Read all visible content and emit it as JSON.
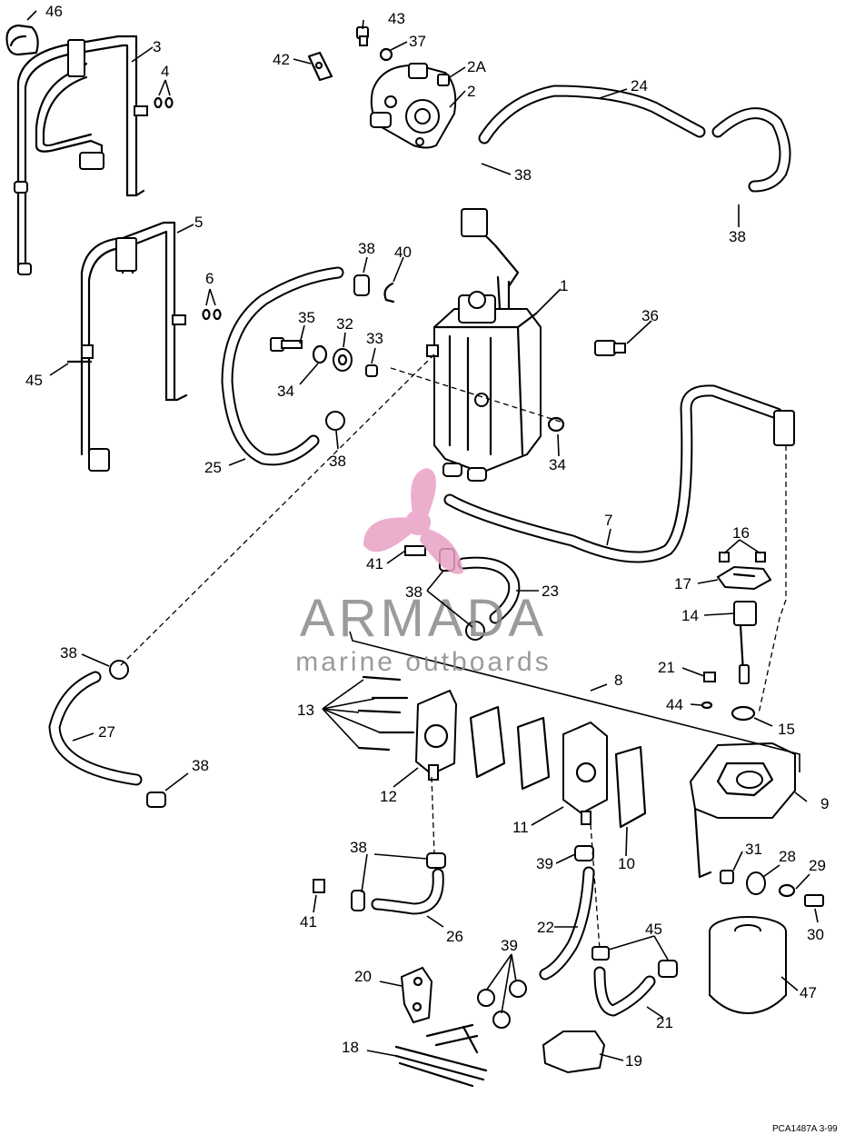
{
  "diagram": {
    "drawing_code": "PCA1487A  3-99",
    "watermark": {
      "brand": "ARMADA",
      "tagline": "marine outboards",
      "color": "#8a8a8a",
      "logo_color": "#e8a0c4"
    },
    "callouts": [
      {
        "id": "c1",
        "text": "1"
      },
      {
        "id": "c2",
        "text": "2"
      },
      {
        "id": "c2a",
        "text": "2A"
      },
      {
        "id": "c3",
        "text": "3"
      },
      {
        "id": "c4",
        "text": "4"
      },
      {
        "id": "c5",
        "text": "5"
      },
      {
        "id": "c6",
        "text": "6"
      },
      {
        "id": "c7",
        "text": "7"
      },
      {
        "id": "c8",
        "text": "8"
      },
      {
        "id": "c9",
        "text": "9"
      },
      {
        "id": "c10",
        "text": "10"
      },
      {
        "id": "c11",
        "text": "11"
      },
      {
        "id": "c12",
        "text": "12"
      },
      {
        "id": "c13",
        "text": "13"
      },
      {
        "id": "c14",
        "text": "14"
      },
      {
        "id": "c15",
        "text": "15"
      },
      {
        "id": "c16",
        "text": "16"
      },
      {
        "id": "c17",
        "text": "17"
      },
      {
        "id": "c18",
        "text": "18"
      },
      {
        "id": "c19",
        "text": "19"
      },
      {
        "id": "c20",
        "text": "20"
      },
      {
        "id": "c21a",
        "text": "21"
      },
      {
        "id": "c21b",
        "text": "21"
      },
      {
        "id": "c22",
        "text": "22"
      },
      {
        "id": "c23",
        "text": "23"
      },
      {
        "id": "c24",
        "text": "24"
      },
      {
        "id": "c25",
        "text": "25"
      },
      {
        "id": "c26",
        "text": "26"
      },
      {
        "id": "c27",
        "text": "27"
      },
      {
        "id": "c28",
        "text": "28"
      },
      {
        "id": "c29",
        "text": "29"
      },
      {
        "id": "c30",
        "text": "30"
      },
      {
        "id": "c31",
        "text": "31"
      },
      {
        "id": "c32",
        "text": "32"
      },
      {
        "id": "c33",
        "text": "33"
      },
      {
        "id": "c34a",
        "text": "34"
      },
      {
        "id": "c34b",
        "text": "34"
      },
      {
        "id": "c35",
        "text": "35"
      },
      {
        "id": "c36",
        "text": "36"
      },
      {
        "id": "c37",
        "text": "37"
      },
      {
        "id": "c38a",
        "text": "38"
      },
      {
        "id": "c38b",
        "text": "38"
      },
      {
        "id": "c38c",
        "text": "38"
      },
      {
        "id": "c38d",
        "text": "38"
      },
      {
        "id": "c38e",
        "text": "38"
      },
      {
        "id": "c38f",
        "text": "38"
      },
      {
        "id": "c38g",
        "text": "38"
      },
      {
        "id": "c38h",
        "text": "38"
      },
      {
        "id": "c38i",
        "text": "38"
      },
      {
        "id": "c39a",
        "text": "39"
      },
      {
        "id": "c39b",
        "text": "39"
      },
      {
        "id": "c40",
        "text": "40"
      },
      {
        "id": "c41a",
        "text": "41"
      },
      {
        "id": "c41b",
        "text": "41"
      },
      {
        "id": "c42",
        "text": "42"
      },
      {
        "id": "c43",
        "text": "43"
      },
      {
        "id": "c44",
        "text": "44"
      },
      {
        "id": "c45a",
        "text": "45"
      },
      {
        "id": "c45b",
        "text": "45"
      },
      {
        "id": "c46",
        "text": "46"
      },
      {
        "id": "c47",
        "text": "47"
      }
    ]
  }
}
